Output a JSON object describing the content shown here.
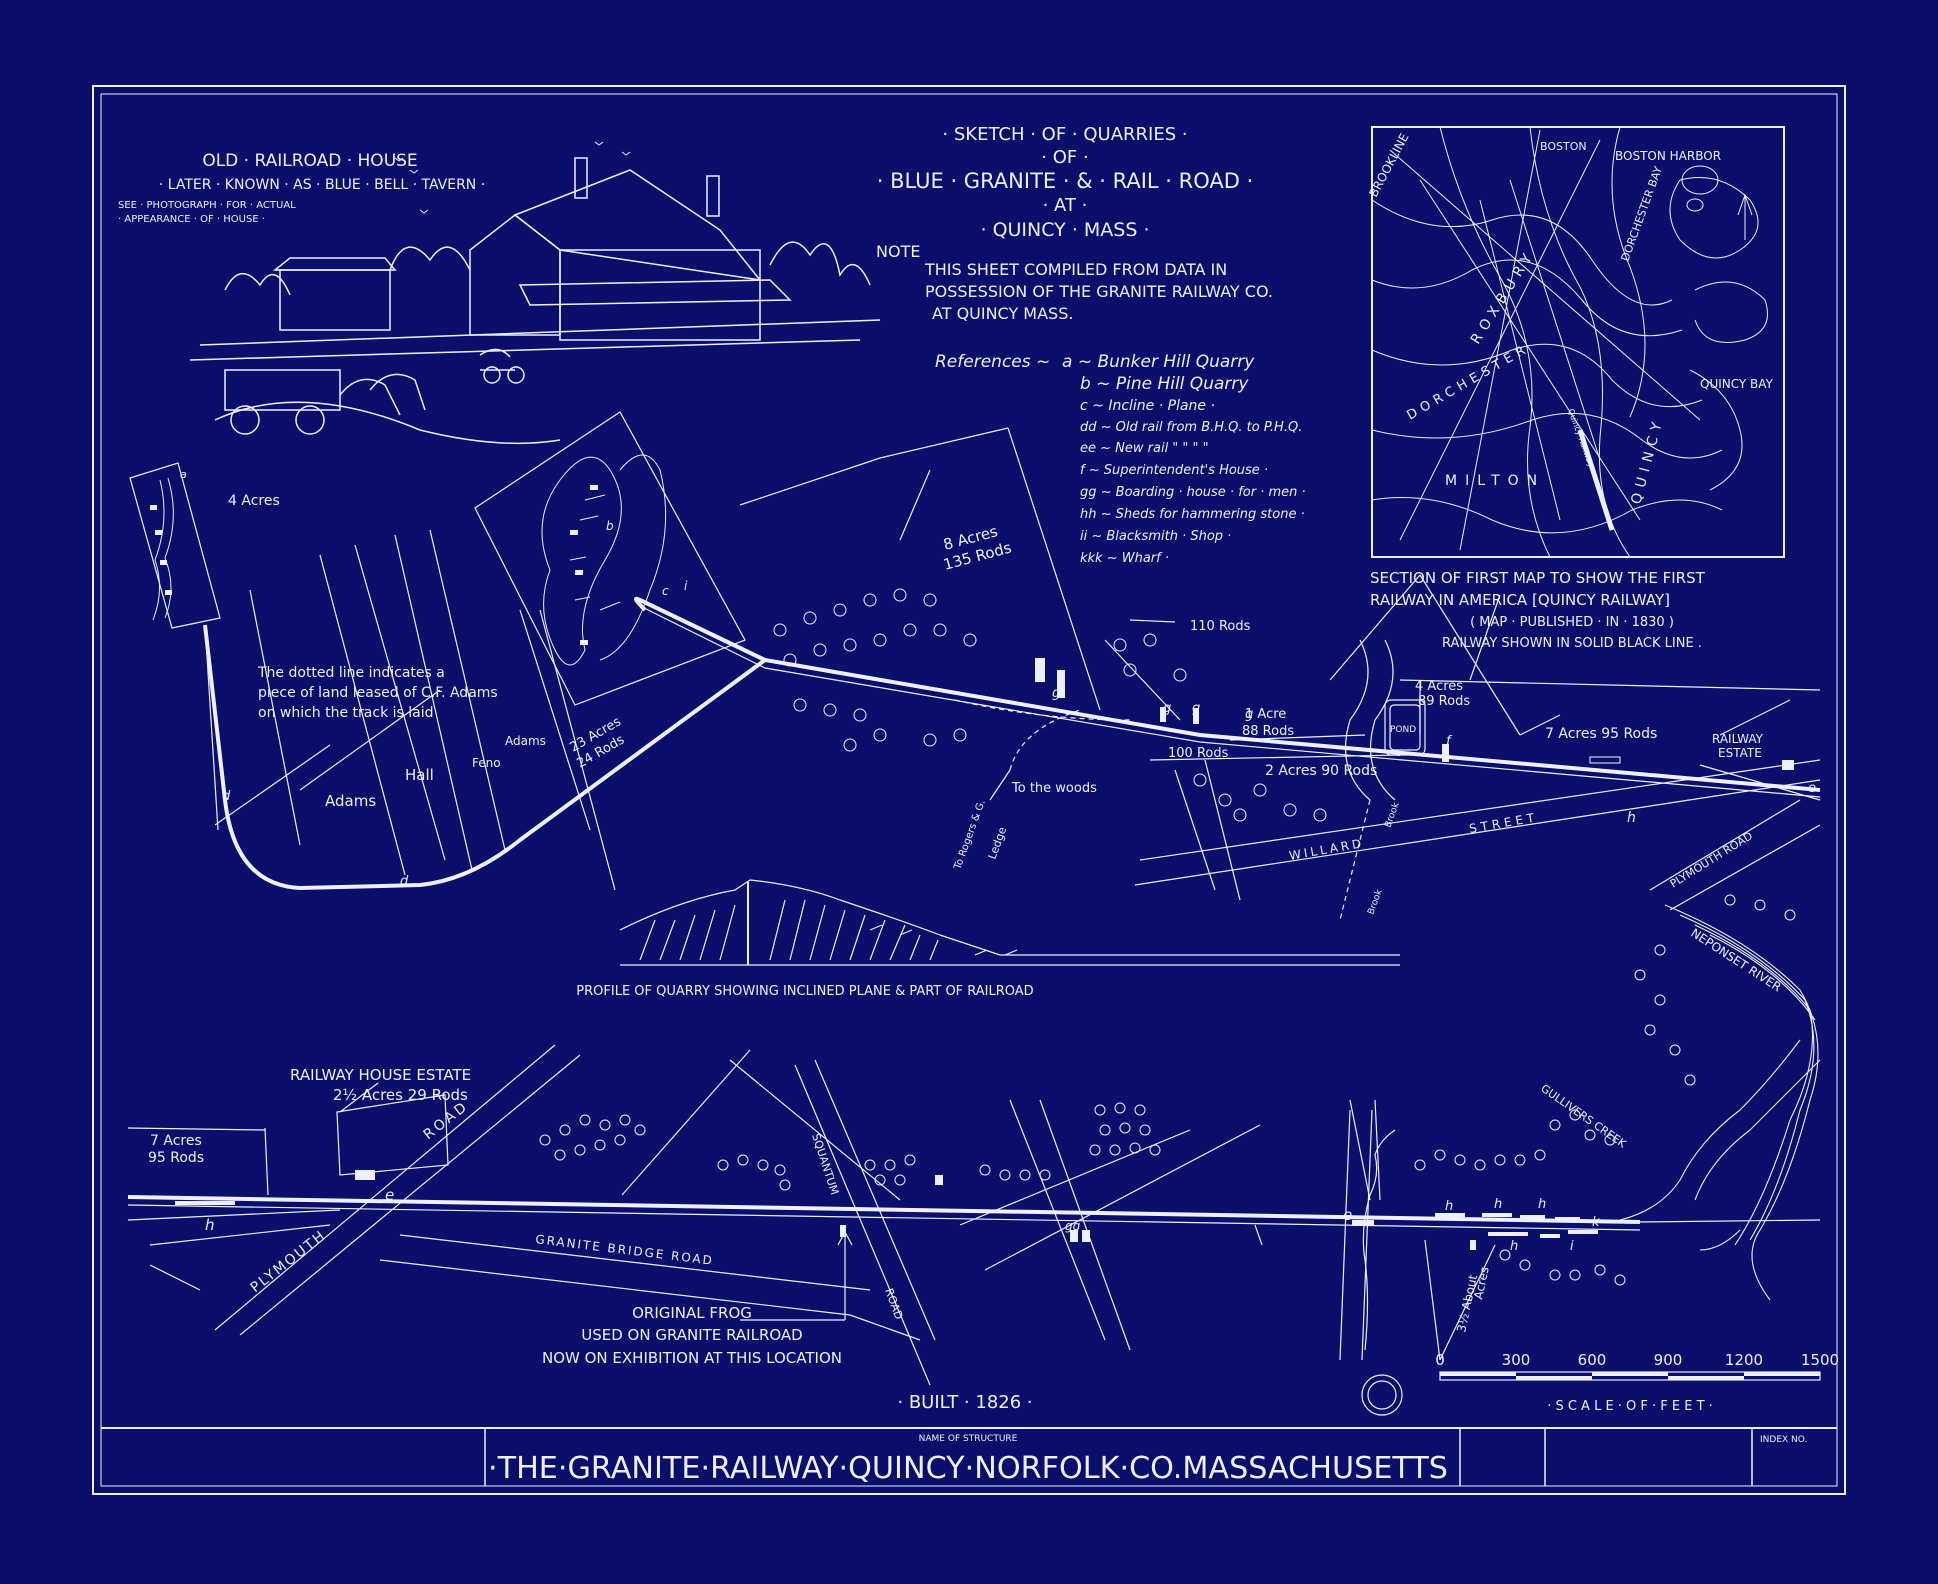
{
  "colors": {
    "background": "#0a0f6b",
    "ink": "#eef0ff"
  },
  "header": {
    "title_lines": [
      "· SKETCH · OF · QUARRIES ·",
      "· OF ·",
      "· BLUE · GRANITE · & · RAIL · ROAD ·",
      "· AT ·",
      "· QUINCY · MASS ·"
    ],
    "note_label": "NOTE",
    "note_lines": [
      "THIS SHEET COMPILED FROM DATA IN",
      "POSSESSION OF THE GRANITE RAILWAY CO.",
      "AT QUINCY MASS."
    ]
  },
  "house": {
    "title": "OLD · RAILROAD · HOUSE",
    "subtitle": "· LATER · KNOWN · AS · BLUE · BELL · TAVERN ·",
    "note_lines": [
      "SEE · PHOTOGRAPH · FOR · ACTUAL",
      "· APPEARANCE · OF · HOUSE ·"
    ]
  },
  "references": {
    "label": "References ~",
    "items": [
      "a ~ Bunker Hill Quarry",
      "b ~ Pine Hill Quarry",
      "c ~ Incline · Plane ·",
      "dd ~ Old rail from B.H.Q. to P.H.Q.",
      "ee ~ New rail \" \" \" \"",
      "f ~ Superintendent's House ·",
      "gg ~ Boarding · house · for · men ·",
      "hh ~ Sheds for hammering stone ·",
      "ii ~ Blacksmith · Shop ·",
      "kkk ~ Wharf ·"
    ]
  },
  "inset": {
    "places": [
      "BROOKLINE",
      "BOSTON",
      "BOSTON HARBOR",
      "ROXBURY",
      "DORCHESTER",
      "DORCHESTER BAY",
      "QUINCY BAY",
      "MILTON",
      "QUINCY",
      "Quincy Railway"
    ],
    "caption_lines": [
      "SECTION OF FIRST MAP TO SHOW THE FIRST",
      "RAILWAY IN AMERICA [QUINCY RAILWAY]",
      "( MAP · PUBLISHED · IN · 1830 )",
      "RAILWAY SHOWN IN SOLID BLACK LINE ."
    ]
  },
  "upper_map": {
    "labels": {
      "four_acres": "4 Acres",
      "dotted_note": [
        "The dotted line indicates a",
        "piece of land leased of C.F. Adams",
        "on which the track is laid"
      ],
      "adams": "Adams",
      "hall": "Hall",
      "feno": "Feno",
      "adams2": "Adams",
      "acres23": [
        "23 Acres",
        "24 Rods"
      ],
      "acres8": [
        "8 Acres",
        "135 Rods"
      ],
      "rods110": "110 Rods",
      "acres1": [
        "1 Acre",
        "88 Rods"
      ],
      "rods100": "100 Rods",
      "acres2": "2 Acres 90 Rods",
      "acres4": [
        "4 Acres",
        "89 Rods"
      ],
      "pond": "POND",
      "acres7": "7 Acres 95 Rods",
      "railway_estate": [
        "RAILWAY",
        "ESTATE"
      ],
      "to_woods": "To the woods",
      "to_rogers": "To Rogers & G.",
      "ledge": "Ledge",
      "willard": "WILLARD",
      "street": "STREET",
      "brook": "Brook",
      "plymouth_road": "PLYMOUTH ROAD",
      "neponset_river": "NEPONSET RIVER"
    },
    "letters": {
      "a": "a",
      "b": "b",
      "c": "c",
      "i": "i",
      "d": "d",
      "g": "g",
      "f": "f",
      "e": "e",
      "h": "h"
    }
  },
  "profile": {
    "caption": "PROFILE OF QUARRY SHOWING INCLINED PLANE & PART OF RAILROAD"
  },
  "lower_map": {
    "estate_lines": [
      "RAILWAY HOUSE ESTATE",
      "2½ Acres 29 Rods"
    ],
    "acres7": [
      "7 Acres",
      "95 Rods"
    ],
    "road": "ROAD",
    "squantum": "SQUANTUM",
    "plymouth": "PLYMOUTH",
    "granite_bridge": "GRANITE BRIDGE ROAD",
    "road2": "ROAD",
    "gullivers": "GULLIVERS CREEK",
    "about": [
      "3½ About",
      "Acres"
    ],
    "frog_lines": [
      "ORIGINAL FROG",
      "USED ON GRANITE RAILROAD",
      "NOW ON EXHIBITION AT THIS LOCATION"
    ],
    "letters": {
      "e": "e",
      "h": "h",
      "g": "gg",
      "k": "k",
      "i": "i"
    }
  },
  "scale": {
    "ticks": [
      "0",
      "300",
      "600",
      "900",
      "1200",
      "1500"
    ],
    "label": "· S C A L E · O F · F E E T ·"
  },
  "built": "· BUILT · 1826 ·",
  "title_block": {
    "name_label": "NAME OF STRUCTURE",
    "name": "·THE·GRANITE·RAILWAY·QUINCY·NORFOLK·CO.MASSACHUSETTS",
    "index_label": "INDEX NO."
  }
}
